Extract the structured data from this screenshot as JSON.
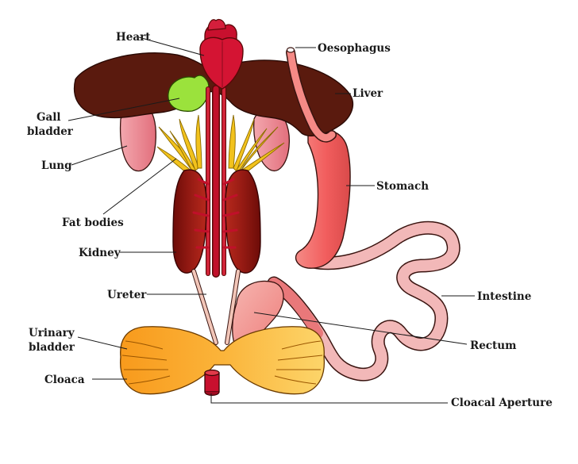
{
  "labels": {
    "heart": "Heart",
    "oesophagus": "Oesophagus",
    "liver": "Liver",
    "gall_bladder_1": "Gall",
    "gall_bladder_2": "bladder",
    "lung": "Lung",
    "stomach": "Stomach",
    "fat_bodies": "Fat bodies",
    "kidney": "Kidney",
    "ureter": "Ureter",
    "intestine": "Intestine",
    "urinary_bladder_1": "Urinary",
    "urinary_bladder_2": "bladder",
    "rectum": "Rectum",
    "cloaca": "Cloaca",
    "cloacal_aperture": "Cloacal Aperture"
  },
  "colors": {
    "liver": "#5a1a0e",
    "heart": "#c8102e",
    "gall_bladder": "#9be23c",
    "lung": "#ee8c97",
    "stomach": "#f07a78",
    "fat_bodies": "#f2c21c",
    "kidney": "#8a1410",
    "blood_vessel": "#c0102a",
    "urinary_bladder": "#f8a420",
    "rectum": "#f4a8a4",
    "intestine": "#f2b8b8"
  }
}
